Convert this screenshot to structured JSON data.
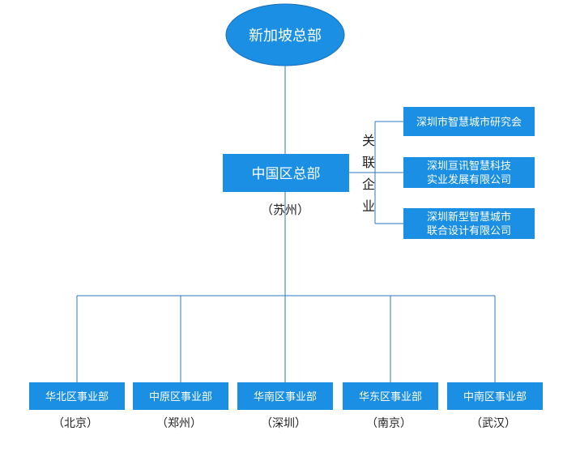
{
  "headquarters": {
    "label": "新加坡总部"
  },
  "china_hq": {
    "label": "中国区总部",
    "city": "（苏州）"
  },
  "affiliates": {
    "heading": [
      "关",
      "联",
      "企",
      "业"
    ],
    "items": [
      {
        "lines": [
          "深圳市智慧城市研究会"
        ]
      },
      {
        "lines": [
          "深圳亘讯智慧科技",
          "实业发展有限公司"
        ]
      },
      {
        "lines": [
          "深圳新型智慧城市",
          "联合设计有限公司"
        ]
      }
    ]
  },
  "divisions": [
    {
      "label": "华北区事业部",
      "city": "（北京）"
    },
    {
      "label": "中原区事业部",
      "city": "（郑州）"
    },
    {
      "label": "华南区事业部",
      "city": "（深圳）"
    },
    {
      "label": "华东区事业部",
      "city": "（南京）"
    },
    {
      "label": "中南区事业部",
      "city": "（武汉）"
    }
  ],
  "colors": {
    "node_fill": "#1a8fe3",
    "connector": "#2b78c2",
    "node_text": "#ffffff"
  }
}
